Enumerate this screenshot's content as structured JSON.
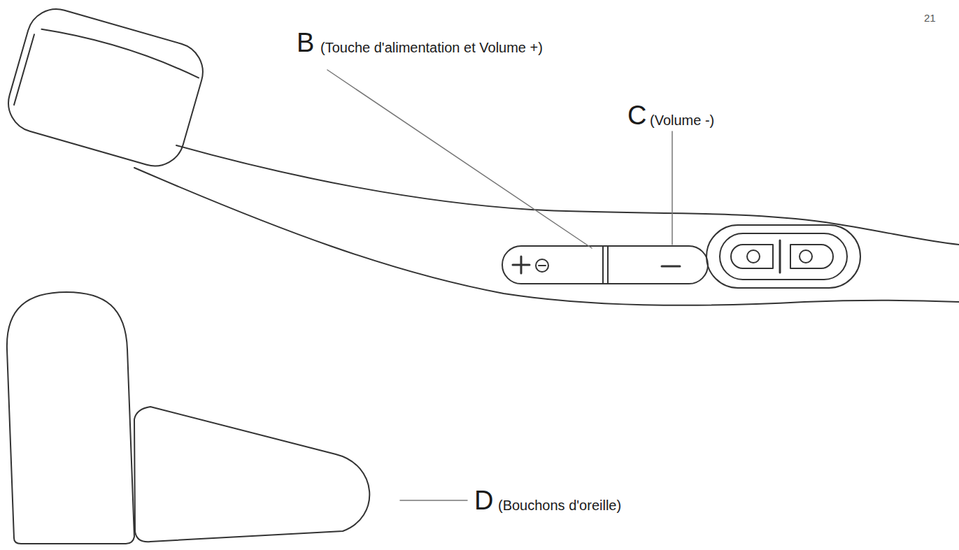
{
  "diagram": {
    "labels": [
      "21",
      "B",
      "(Touche d'alimentation et Volume +)",
      "C",
      "(Volume -)",
      "D",
      "(Bouchons d'oreille)"
    ]
  }
}
